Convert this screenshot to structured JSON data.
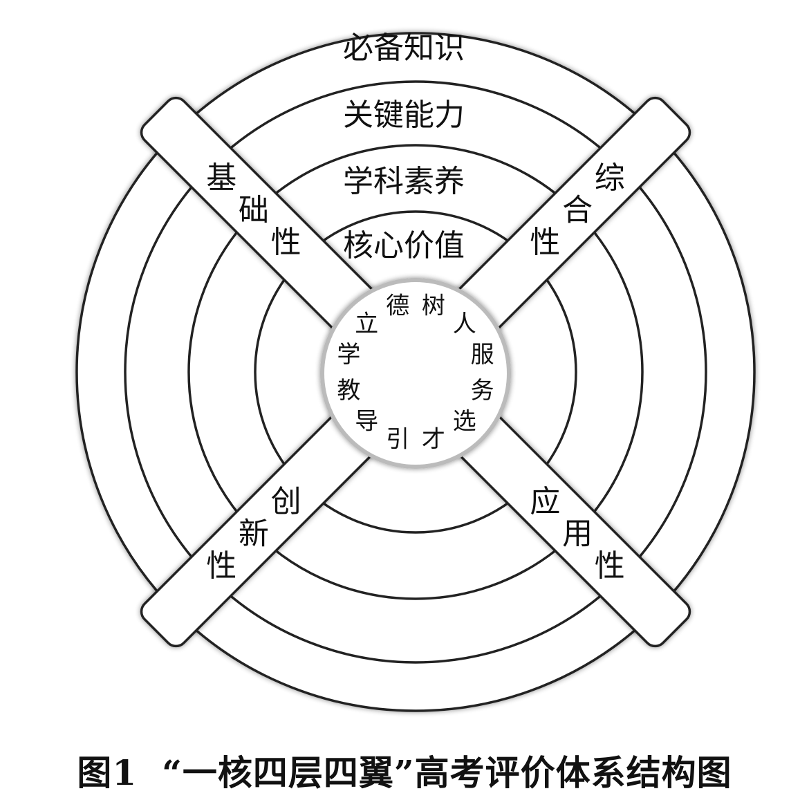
{
  "rings": [
    {
      "label": "必备知识"
    },
    {
      "label": "关键能力"
    },
    {
      "label": "学科素养"
    },
    {
      "label": "核心价值"
    }
  ],
  "wings": {
    "top_left": "基础性",
    "top_right": "综合性",
    "bottom_right": "应用性",
    "bottom_left": "创新性"
  },
  "core": {
    "top": "立德树人",
    "right": "服务选才",
    "left": "引导教学"
  },
  "caption": {
    "number": "图1",
    "title": "“一核四层四翼”高考评价体系结构图"
  }
}
